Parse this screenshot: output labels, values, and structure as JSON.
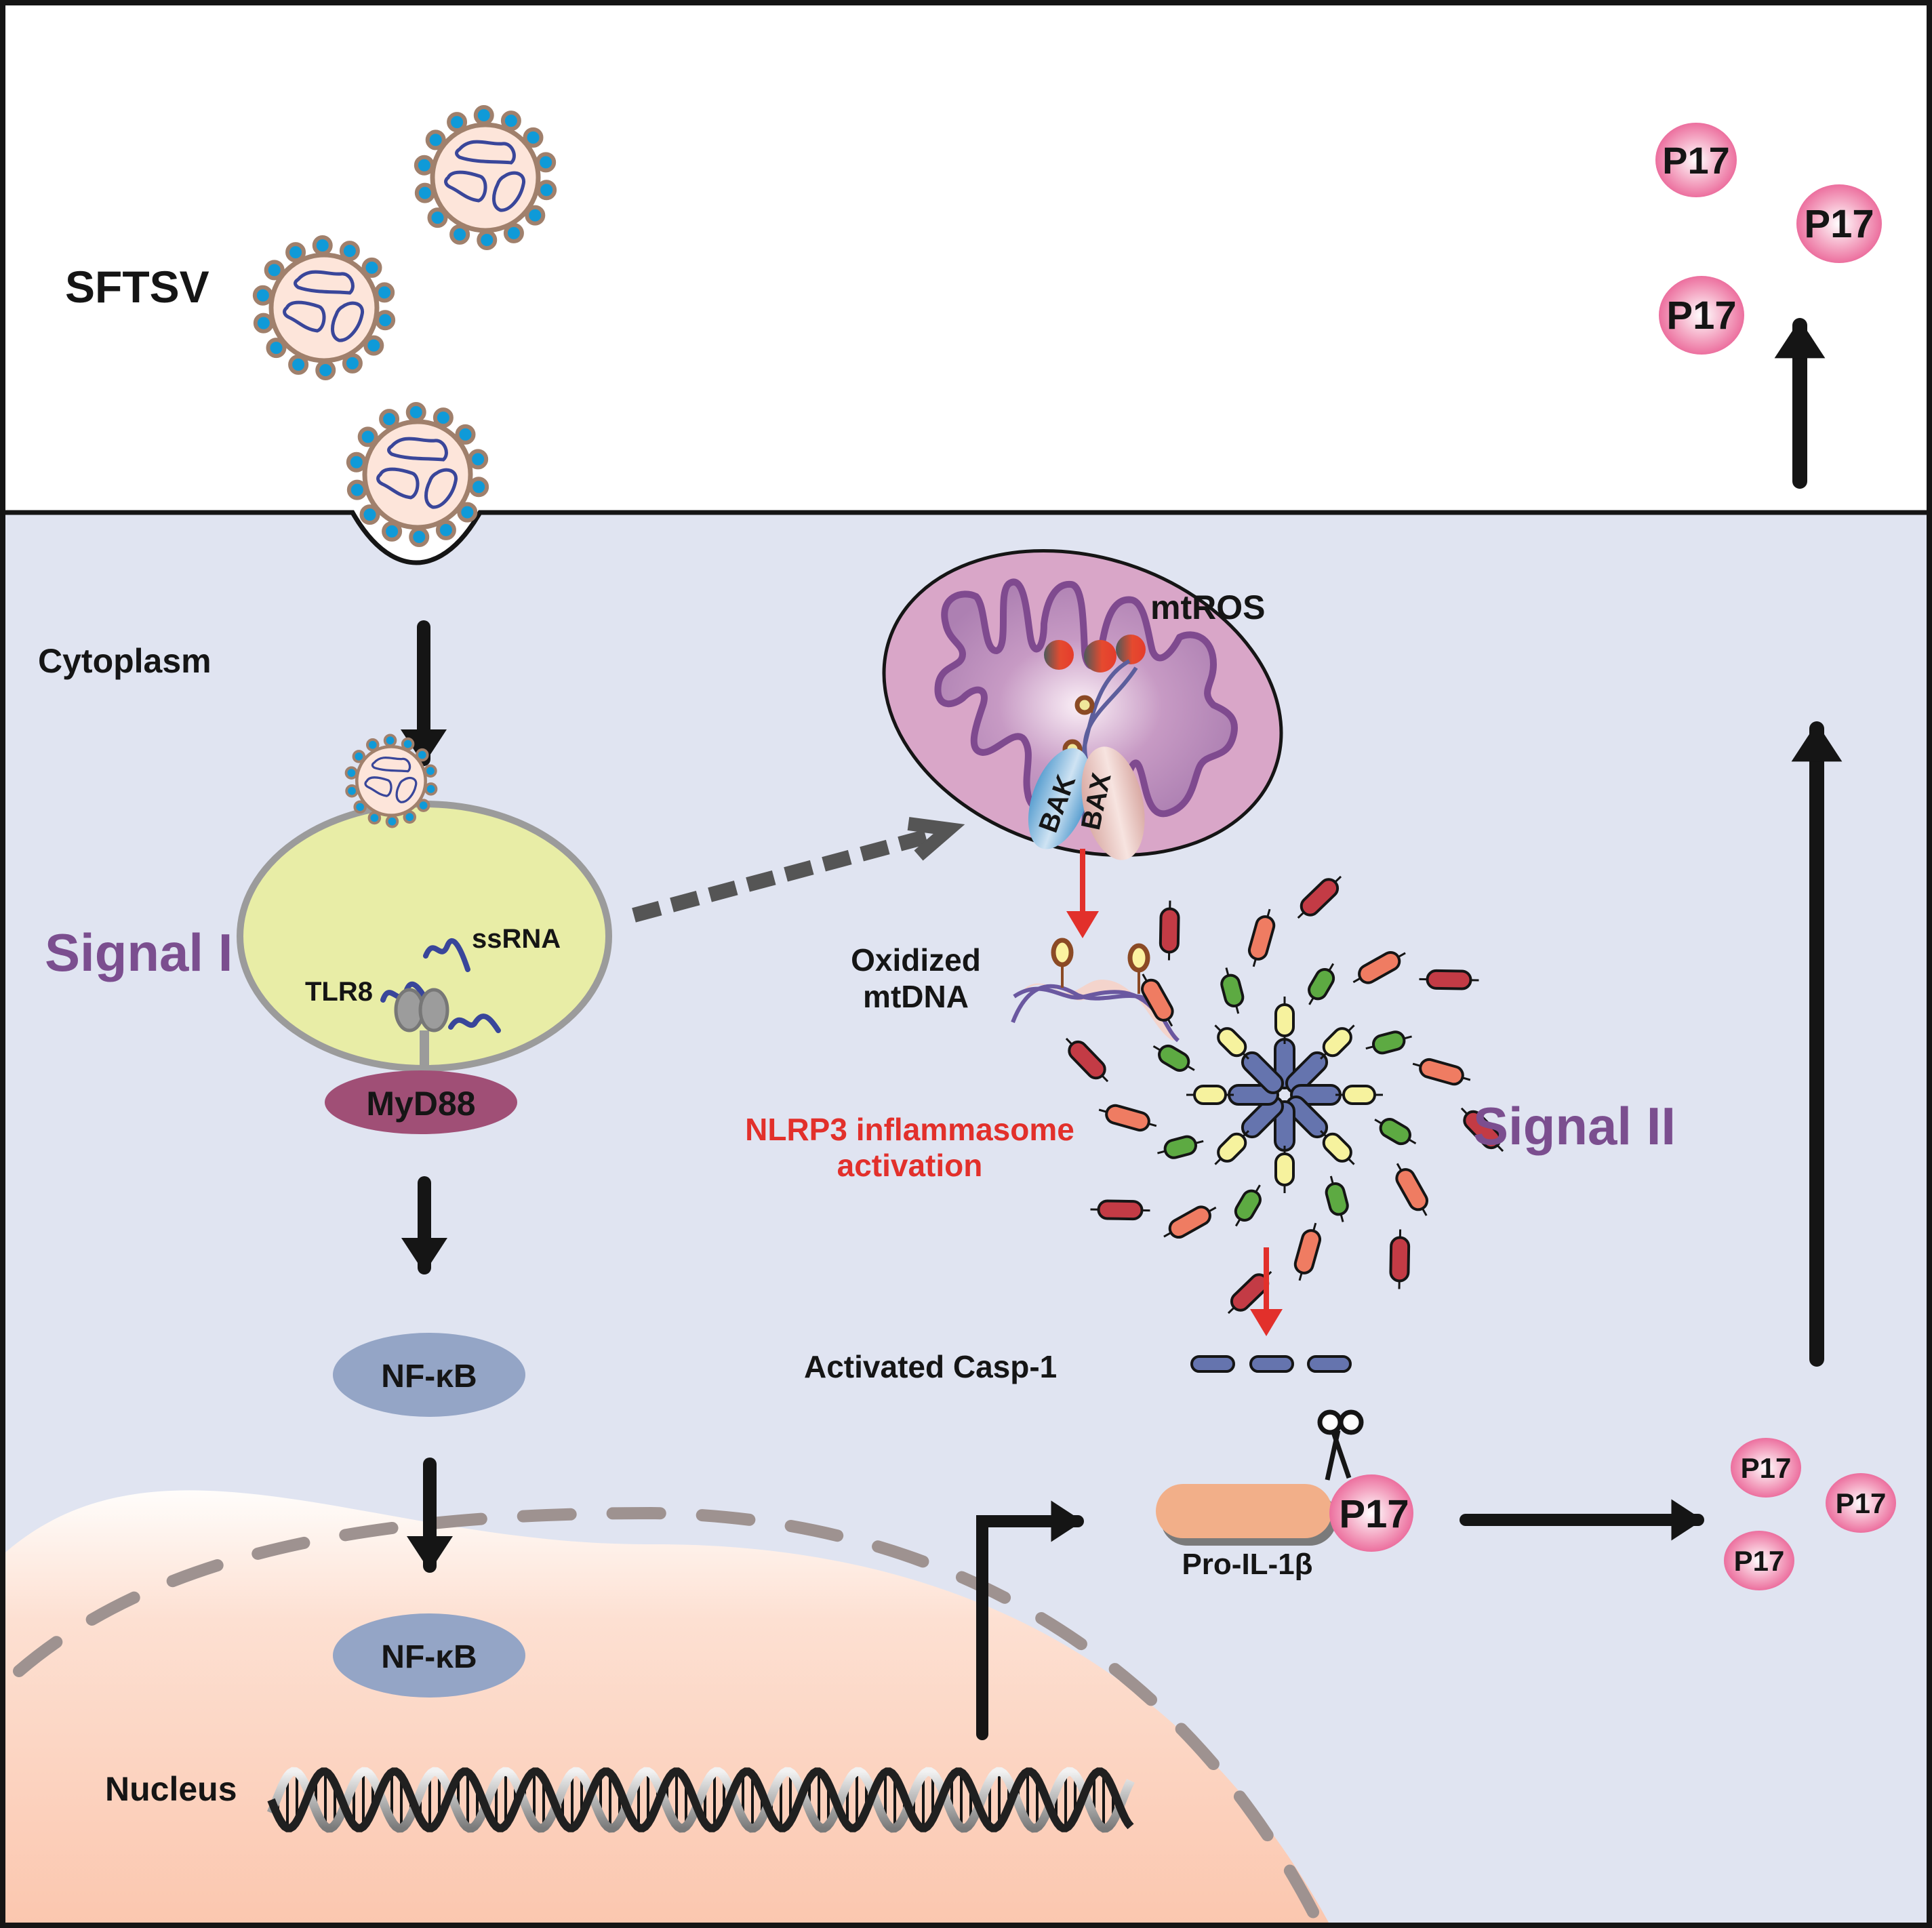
{
  "regions": {
    "extracellular_label": "SFTSV",
    "cytoplasm_label": "Cytoplasm",
    "nucleus_label": "Nucleus"
  },
  "signal_1": {
    "title": "Signal I",
    "ssrna_label": "ssRNA",
    "tlr8_label": "TLR8",
    "myd88_label": "MyD88",
    "nfkb_cytoplasm_label": "NF-κB",
    "nfkb_nucleus_label": "NF-κB"
  },
  "signal_2": {
    "title": "Signal II",
    "mtros_label": "mtROS",
    "bak_label": "BAK",
    "bax_label": "BAX",
    "oxidized_mtdna_line1": "Oxidized",
    "oxidized_mtdna_line2": "mtDNA",
    "nlrp3_line1": "NLRP3 inflammasome",
    "nlrp3_line2": "activation",
    "casp1_label": "Activated Casp-1",
    "pro_il1b_label": "Pro-IL-1β",
    "p17_label": "P17"
  },
  "released": {
    "intracellular_p17": [
      "P17",
      "P17",
      "P17"
    ],
    "extracellular_p17": [
      "P17",
      "P17",
      "P17"
    ]
  },
  "colors": {
    "cytoplasm": "#e0e4f1",
    "extracellular": "#ffffff",
    "signal_text": "#7b4e8f",
    "nlrp3_text": "#e2302b",
    "p17": "#ea6195",
    "nfkb": "#94a5c6",
    "myd88": "#a04f76",
    "endosome": "#e8eda6",
    "nucleus": "#fcc8b0",
    "pro_il1b": "#f2af89"
  }
}
